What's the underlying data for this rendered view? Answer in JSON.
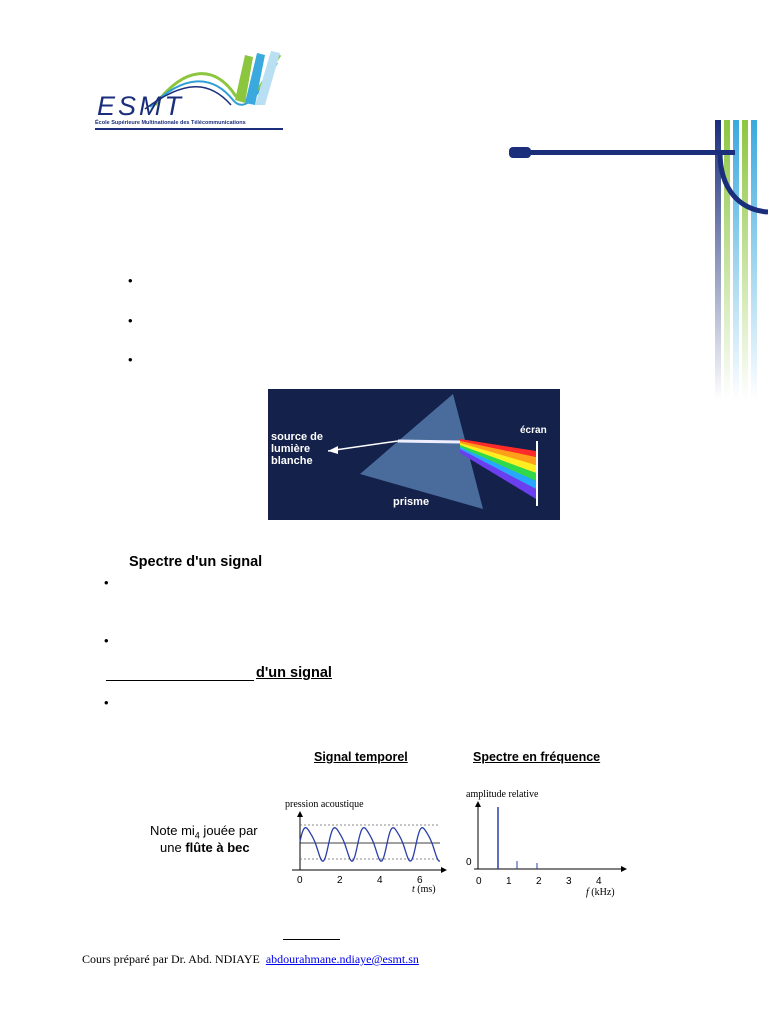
{
  "logo": {
    "name": "ESMT",
    "subtitle": "École Supérieure Multinationale des Télécommunications"
  },
  "bullets_top": [
    "•",
    "•",
    "•"
  ],
  "prism_figure": {
    "source_label": [
      "source de",
      "lumière",
      "blanche"
    ],
    "screen_label": "écran",
    "prism_label": "prisme"
  },
  "section1": {
    "heading": "Spectre d'un signal",
    "bullets": [
      "•",
      "•"
    ]
  },
  "section2": {
    "heading_suffix": "d'un signal",
    "bullets": [
      "•"
    ]
  },
  "signal_figure": {
    "note_prefix": "Note mi",
    "note_sub": "4",
    "note_suffix": " jouée par",
    "note_line2_prefix": "une ",
    "note_line2_bold": "flûte à bec",
    "time_panel": {
      "title": "Signal temporel",
      "ylabel": "pression acoustique",
      "xlabel_var": "t",
      "xlabel_unit": " (ms)",
      "ticks": [
        "0",
        "2",
        "4",
        "6"
      ]
    },
    "freq_panel": {
      "title": "Spectre en fréquence",
      "ylabel": "amplitude relative",
      "xlabel_var": "f",
      "xlabel_unit": " (kHz)",
      "y_origin": "0",
      "ticks": [
        "0",
        "1",
        "2",
        "3",
        "4"
      ]
    }
  },
  "footer": {
    "text": "Cours préparé par Dr. Abd. NDIAYE",
    "email": "abdourahmane.ndiaye@esmt.sn"
  },
  "colors": {
    "navy": "#1a2e7c",
    "prism_bg": "#14214a",
    "link": "#0000ee"
  }
}
